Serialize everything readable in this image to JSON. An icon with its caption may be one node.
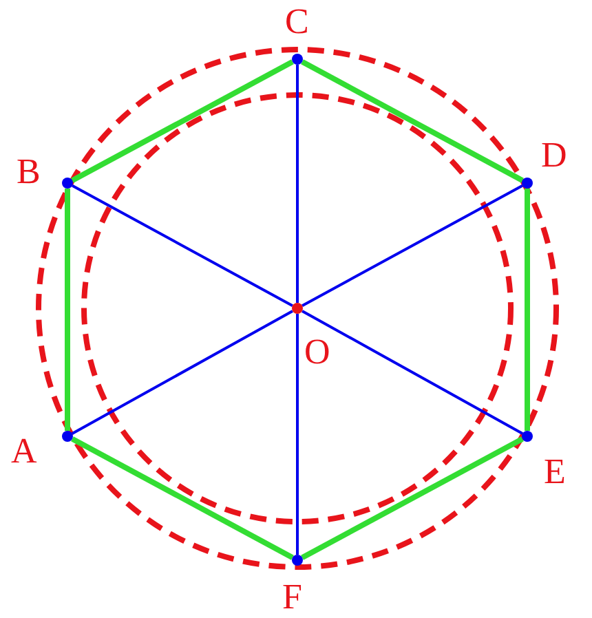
{
  "diagram": {
    "nodes": [
      {
        "text": [],
        "shape": "circle",
        "beside": [
          "C"
        ]
      },
      {
        "text": [],
        "shape": "circle",
        "beside": [
          "B"
        ]
      },
      {
        "text": [],
        "shape": "circle",
        "beside": [
          "D"
        ]
      },
      {
        "text": [],
        "shape": "circle",
        "beside": [
          "O"
        ]
      },
      {
        "text": [],
        "shape": "circle",
        "beside": [
          "A"
        ]
      },
      {
        "text": [],
        "shape": "circle",
        "beside": [
          "E"
        ]
      },
      {
        "text": [],
        "shape": "circle",
        "beside": [
          "F"
        ]
      }
    ],
    "edges": [
      {
        "from": 0,
        "to": 2,
        "arrow": "none",
        "color": "#33dd33",
        "style": "thick"
      },
      {
        "from": 2,
        "to": 5,
        "arrow": "none",
        "color": "#33dd33",
        "style": "thick"
      },
      {
        "from": 5,
        "to": 6,
        "arrow": "none",
        "color": "#33dd33",
        "style": "thick"
      },
      {
        "from": 6,
        "to": 4,
        "arrow": "none",
        "color": "#33dd33",
        "style": "thick"
      },
      {
        "from": 4,
        "to": 1,
        "arrow": "none",
        "color": "#33dd33",
        "style": "thick"
      },
      {
        "from": 1,
        "to": 0,
        "arrow": "none",
        "color": "#33dd33",
        "style": "thick"
      },
      {
        "from": 3,
        "to": 0,
        "arrow": "none",
        "color": "#0000ee"
      },
      {
        "from": 3,
        "to": 1,
        "arrow": "none",
        "color": "#0000ee"
      },
      {
        "from": 3,
        "to": 2,
        "arrow": "none",
        "color": "#0000ee"
      },
      {
        "from": 3,
        "to": 4,
        "arrow": "none",
        "color": "#0000ee"
      },
      {
        "from": 3,
        "to": 5,
        "arrow": "none",
        "color": "#0000ee"
      },
      {
        "from": 3,
        "to": 6,
        "arrow": "none",
        "color": "#0000ee"
      }
    ]
  }
}
